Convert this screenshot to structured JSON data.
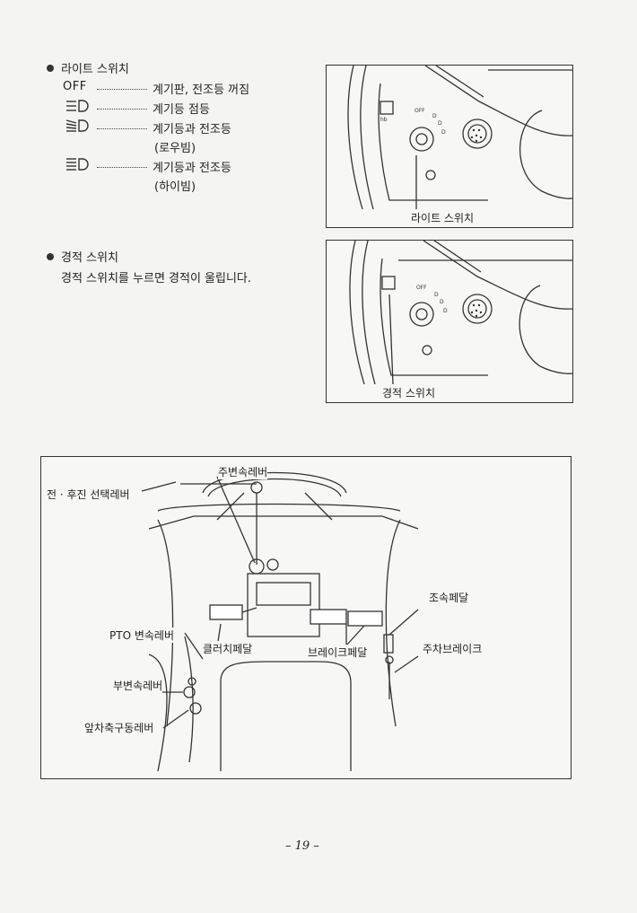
{
  "light_switch": {
    "title": "라이트 스위치",
    "rows": [
      {
        "mode": "OFF",
        "desc": "계기판, 전조등 꺼짐",
        "desc2": ""
      },
      {
        "mode": "",
        "desc": "계기등 점등",
        "desc2": ""
      },
      {
        "mode": "",
        "desc": "계기등과 전조등",
        "desc2": "(로우빔)"
      },
      {
        "mode": "",
        "desc": "계기등과 전조등",
        "desc2": "(하이빔)"
      }
    ],
    "figure_label": "라이트 스위치"
  },
  "horn_switch": {
    "title": "경적 스위치",
    "desc": "경적 스위치를 누르면 경적이 울립니다.",
    "figure_label": "경적 스위치"
  },
  "controls_figure": {
    "labels": {
      "main_shift": "주변속레버",
      "fwd_rev": "전 · 후진 선택레버",
      "throttle": "조속페달",
      "pto": "PTO 변속레버",
      "clutch": "클러치페달",
      "brake": "브레이크페달",
      "parking": "주차브레이크",
      "sub_shift": "부변속레버",
      "front_axle": "앞차축구동레버"
    }
  },
  "page_number": "– 19 –"
}
